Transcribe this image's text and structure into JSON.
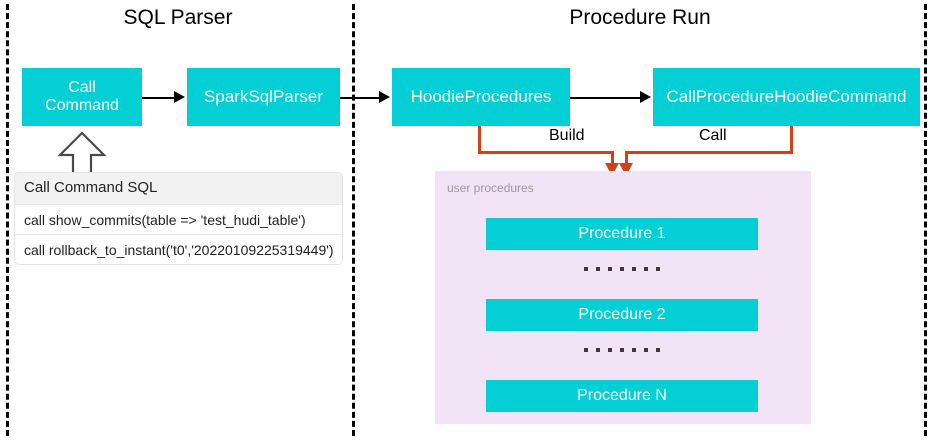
{
  "diagram": {
    "sections": [
      {
        "id": "sql-parser",
        "title": "SQL Parser"
      },
      {
        "id": "procedure-run",
        "title": "Procedure Run"
      }
    ],
    "nodes": {
      "call_command": "Call\nCommand",
      "spark_sql_parser": "SparkSqlParser",
      "hoodie_procedures": "HoodieProcedures",
      "call_procedure_hoodie_command": "CallProcedureHoodieCommand"
    },
    "edge_labels": {
      "build": "Build",
      "call": "Call"
    },
    "sql_table": {
      "header": "Call Command SQL",
      "rows": [
        "call show_commits(table => 'test_hudi_table')",
        "call rollback_to_instant('t0','20220109225319449')"
      ]
    },
    "user_procedures": {
      "label": "user procedures",
      "items": [
        {
          "name": "Procedure 1"
        },
        {
          "name": "Procedure 2"
        },
        {
          "name": "Procedure N"
        }
      ],
      "ellipsis_dot_count": 7
    },
    "colors": {
      "node_fill": "#04CFD4",
      "node_text": "#FFFFFF",
      "panel_fill": "#F3E3F6",
      "connector_orange": "#D14316",
      "arrow_black": "#000000",
      "divider": "#000000"
    },
    "icons": {
      "up_block_arrow": "up-block-arrow-icon"
    }
  }
}
